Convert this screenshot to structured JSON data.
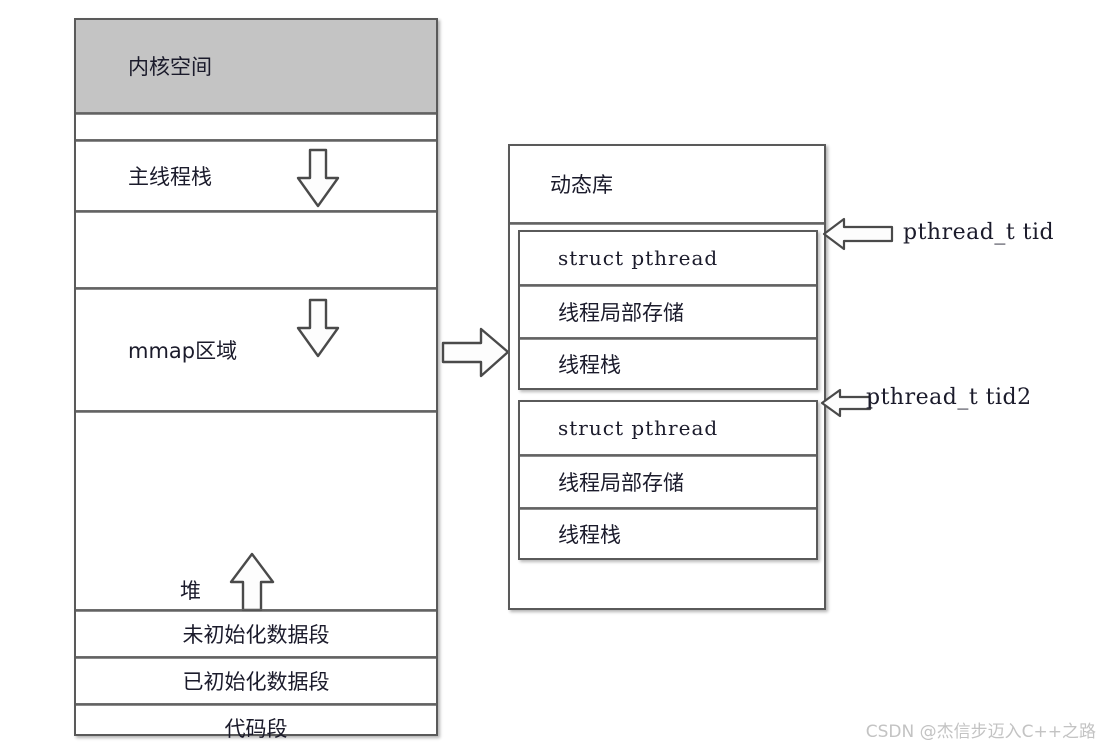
{
  "diagram": {
    "title": "Linux process memory layout with pthread structures",
    "watermark": "CSDN @杰信步迈入C++之路",
    "colors": {
      "kernel_fill": "#c4c4c4",
      "border": "#5a5a5a",
      "text": "#1b1b2b",
      "watermark": "#c3c3c3",
      "background": "#ffffff"
    }
  },
  "process_memory": {
    "segments": [
      {
        "label": "内核空间",
        "name": "kernel-space"
      },
      {
        "label": "",
        "name": "gap-upper"
      },
      {
        "label": "主线程栈",
        "name": "main-thread-stack"
      },
      {
        "label": "",
        "name": "gap-stack-mmap"
      },
      {
        "label": "mmap区域",
        "name": "mmap-region"
      },
      {
        "label": "堆",
        "name": "heap"
      },
      {
        "label": "未初始化数据段",
        "name": "bss-segment"
      },
      {
        "label": "已初始化数据段",
        "name": "data-segment"
      },
      {
        "label": "代码段",
        "name": "text-segment"
      }
    ]
  },
  "dynamic_library": {
    "title": "动态库",
    "threads": [
      {
        "handle": "pthread_t tid",
        "rows": [
          {
            "label": "struct pthread",
            "style": "mono"
          },
          {
            "label": "线程局部存储",
            "style": "cjk"
          },
          {
            "label": "线程栈",
            "style": "cjk"
          }
        ]
      },
      {
        "handle": "pthread_t tid2",
        "rows": [
          {
            "label": "struct pthread",
            "style": "mono"
          },
          {
            "label": "线程局部存储",
            "style": "cjk"
          },
          {
            "label": "线程栈",
            "style": "cjk"
          }
        ]
      }
    ]
  },
  "arrows": [
    {
      "name": "main-stack-growth-arrow",
      "direction": "down",
      "meaning": "main thread stack grows downward"
    },
    {
      "name": "mmap-growth-arrow",
      "direction": "down",
      "meaning": "mmap region grows downward"
    },
    {
      "name": "heap-growth-arrow",
      "direction": "up",
      "meaning": "heap grows upward"
    },
    {
      "name": "mmap-to-dylib-arrow",
      "direction": "right",
      "meaning": "mmap region maps the dynamic library"
    },
    {
      "name": "tid-pointer-arrow",
      "direction": "left",
      "meaning": "pthread_t tid points at first struct pthread"
    },
    {
      "name": "tid2-pointer-arrow",
      "direction": "left",
      "meaning": "pthread_t tid2 points at second struct pthread"
    }
  ]
}
